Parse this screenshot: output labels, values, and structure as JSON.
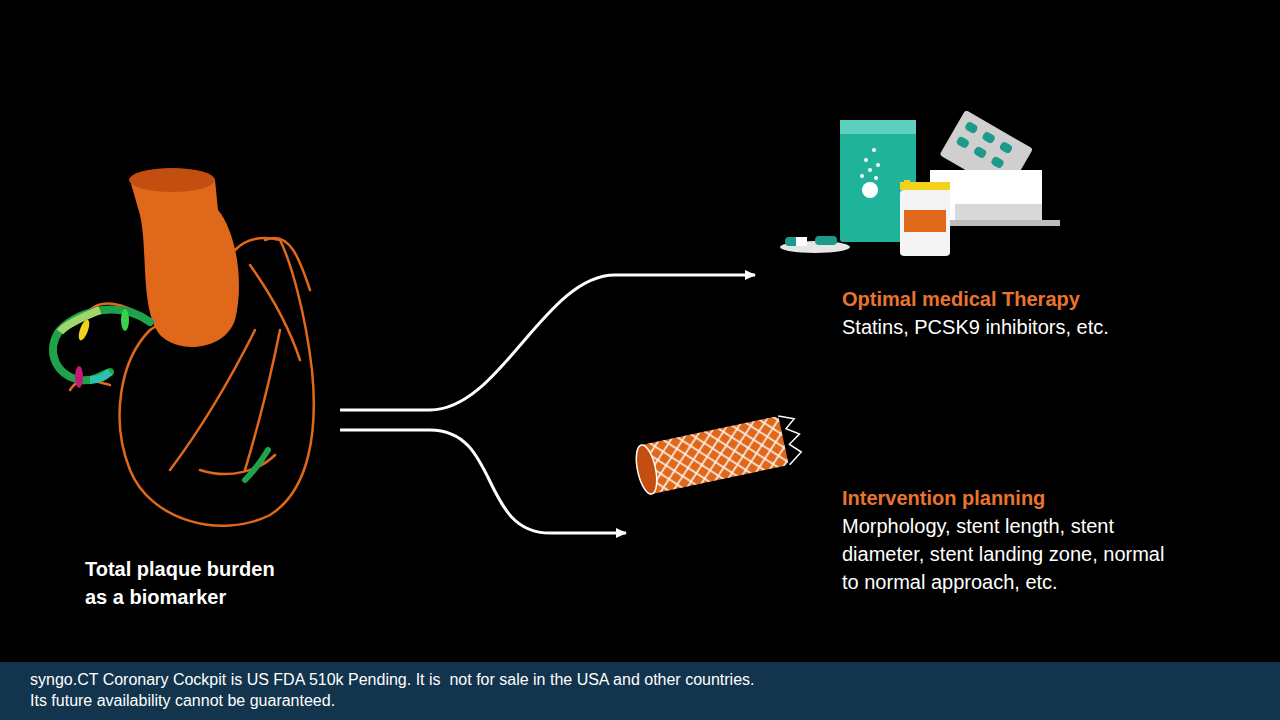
{
  "diagram": {
    "nodes": [
      {
        "text": [
          "Total plaque burden as a biomarker"
        ]
      },
      {
        "text": [
          "Optimal medical Therapy",
          "Statins, PCSK9 inhibitors, etc."
        ]
      },
      {
        "text": [
          "Intervention planning",
          "Morphology, stent length, stent diameter, stent landing zone, normal to normal approach, etc."
        ]
      }
    ],
    "edges": [
      {
        "from": 0,
        "to": 1,
        "arrow": "to"
      },
      {
        "from": 0,
        "to": 2,
        "arrow": "to"
      }
    ],
    "labels": [
      "syngo.CT Coronary Cockpit is US FDA 510k Pending. It is  not for sale in the USA and other countries.",
      "Its future availability cannot be guaranteed."
    ]
  }
}
